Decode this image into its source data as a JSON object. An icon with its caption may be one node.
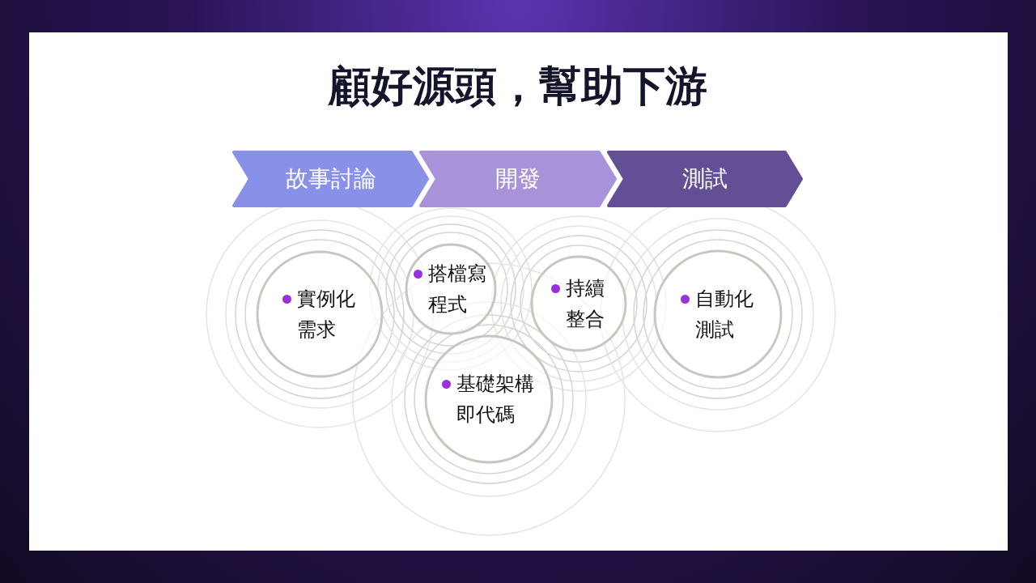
{
  "diagram": {
    "title": "顧好源頭，幫助下游",
    "nodes": [
      {
        "text": [
          "故事討論"
        ]
      },
      {
        "text": [
          "開發"
        ]
      },
      {
        "text": [
          "測試"
        ]
      },
      {
        "text": [
          "實例化需求"
        ]
      },
      {
        "text": [
          "搭檔寫程式"
        ]
      },
      {
        "text": [
          "持續整合"
        ]
      },
      {
        "text": [
          "基礎架構即代碼"
        ]
      },
      {
        "text": [
          "自動化測試"
        ]
      }
    ]
  }
}
